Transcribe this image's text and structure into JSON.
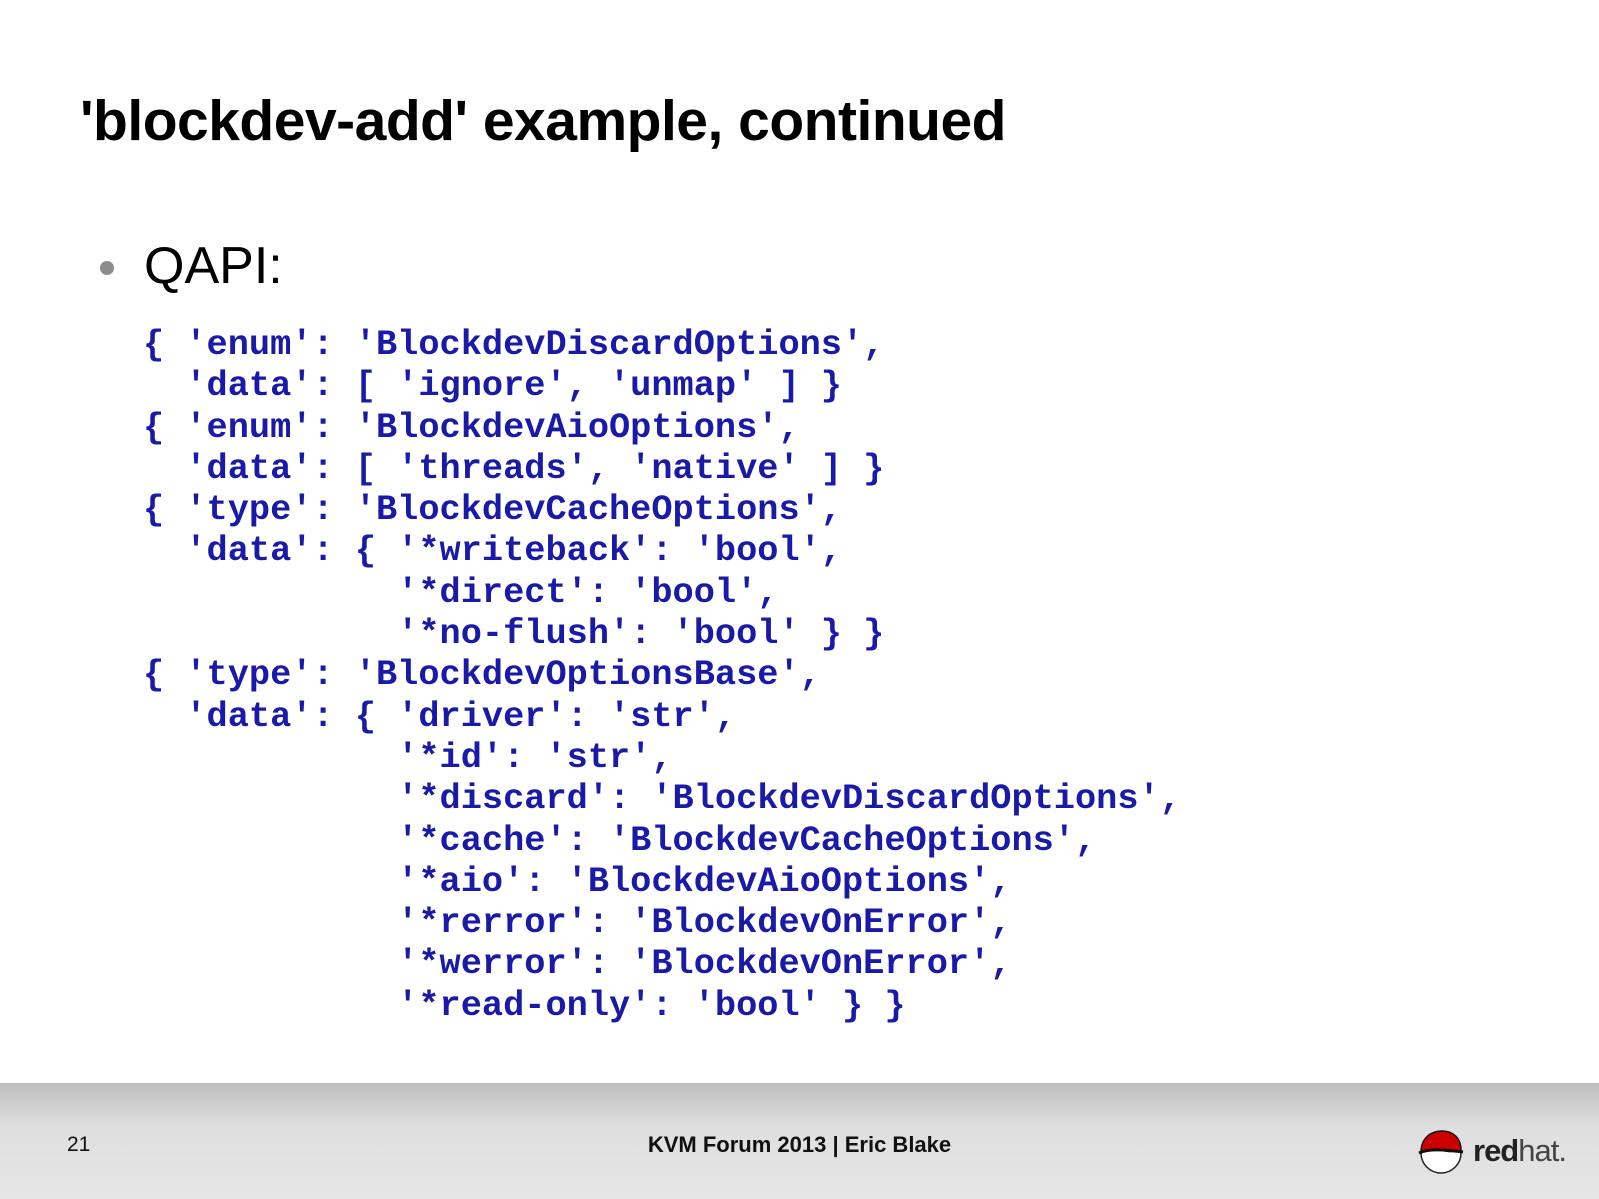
{
  "slide": {
    "title": "'blockdev-add' example, continued",
    "bullet": "QAPI:",
    "code_lines": [
      "{ 'enum': 'BlockdevDiscardOptions',",
      "  'data': [ 'ignore', 'unmap' ] }",
      "{ 'enum': 'BlockdevAioOptions',",
      "  'data': [ 'threads', 'native' ] }",
      "{ 'type': 'BlockdevCacheOptions',",
      "  'data': { '*writeback': 'bool',",
      "            '*direct': 'bool',",
      "            '*no-flush': 'bool' } }",
      "{ 'type': 'BlockdevOptionsBase',",
      "  'data': { 'driver': 'str',",
      "            '*id': 'str',",
      "            '*discard': 'BlockdevDiscardOptions',",
      "            '*cache': 'BlockdevCacheOptions',",
      "            '*aio': 'BlockdevAioOptions',",
      "            '*rerror': 'BlockdevOnError',",
      "            '*werror': 'BlockdevOnError',",
      "            '*read-only': 'bool' } }"
    ]
  },
  "footer": {
    "page_number": "21",
    "text": "KVM Forum 2013 | Eric Blake",
    "logo_bold": "red",
    "logo_light": "hat."
  },
  "colors": {
    "code": "#1a1aa8",
    "logo_red": "#cc0000"
  }
}
